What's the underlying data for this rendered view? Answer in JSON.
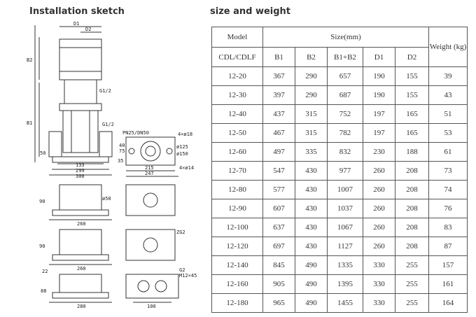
{
  "headings": {
    "sketch": "Installation sketch",
    "table": "size and weight"
  },
  "sketch_labels": [
    "D1",
    "D2",
    "B2",
    "G1/2",
    "B1",
    "G1/2",
    "50",
    "133",
    "299",
    "300",
    "PN25/DN50",
    "4×ø18",
    "40",
    "75",
    "ø125",
    "ø150",
    "35",
    "215",
    "247",
    "4×ø14",
    "90",
    "ø50",
    "260",
    "ZG2",
    "90",
    "260",
    "G2",
    "M12×45",
    "22",
    "88",
    "280",
    "100"
  ],
  "table": {
    "header_model": "Model",
    "header_size": "Size(mm)",
    "header_weight": "Weight (kg)",
    "sub_headers": [
      "CDL/CDLF",
      "B1",
      "B2",
      "B1+B2",
      "D1",
      "D2"
    ],
    "rows": [
      [
        "12-20",
        "367",
        "290",
        "657",
        "190",
        "155",
        "39"
      ],
      [
        "12-30",
        "397",
        "290",
        "687",
        "190",
        "155",
        "43"
      ],
      [
        "12-40",
        "437",
        "315",
        "752",
        "197",
        "165",
        "51"
      ],
      [
        "12-50",
        "467",
        "315",
        "782",
        "197",
        "165",
        "53"
      ],
      [
        "12-60",
        "497",
        "335",
        "832",
        "230",
        "188",
        "61"
      ],
      [
        "12-70",
        "547",
        "430",
        "977",
        "260",
        "208",
        "73"
      ],
      [
        "12-80",
        "577",
        "430",
        "1007",
        "260",
        "208",
        "74"
      ],
      [
        "12-90",
        "607",
        "430",
        "1037",
        "260",
        "208",
        "76"
      ],
      [
        "12-100",
        "637",
        "430",
        "1067",
        "260",
        "208",
        "83"
      ],
      [
        "12-120",
        "697",
        "430",
        "1127",
        "260",
        "208",
        "87"
      ],
      [
        "12-140",
        "845",
        "490",
        "1335",
        "330",
        "255",
        "157"
      ],
      [
        "12-160",
        "905",
        "490",
        "1395",
        "330",
        "255",
        "161"
      ],
      [
        "12-180",
        "965",
        "490",
        "1455",
        "330",
        "255",
        "164"
      ]
    ]
  }
}
